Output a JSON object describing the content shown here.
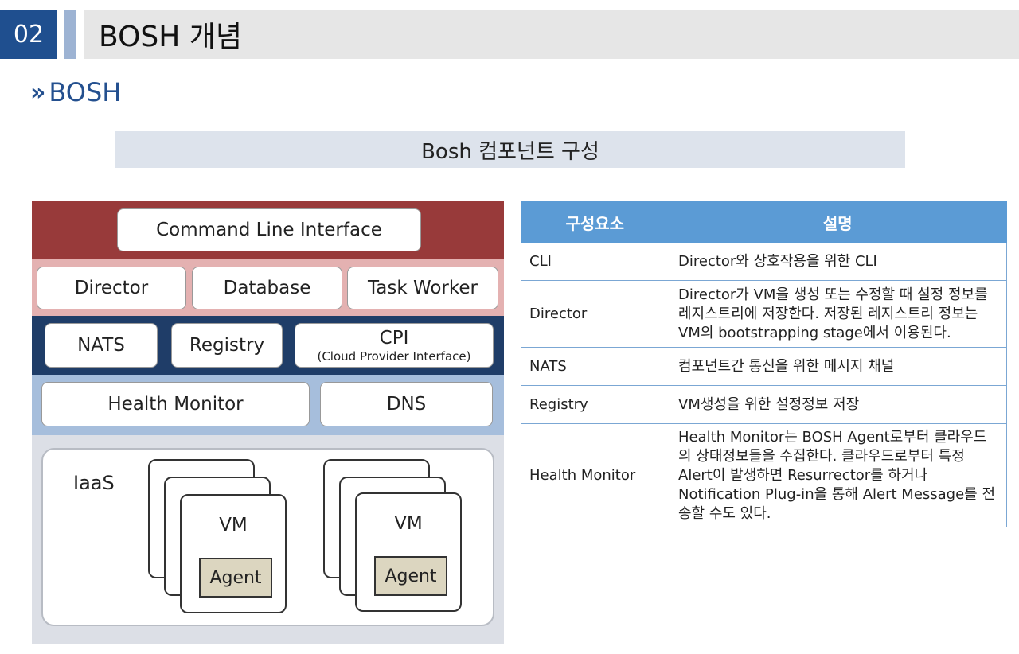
{
  "header": {
    "section_number": "02",
    "title": "BOSH 개념"
  },
  "subheading": {
    "arrow": "»",
    "text": "BOSH"
  },
  "banner": {
    "text": "Bosh 컴포넌트 구성"
  },
  "diagram": {
    "cli": "Command Line Interface",
    "director": "Director",
    "database": "Database",
    "task_worker": "Task Worker",
    "nats": "NATS",
    "registry": "Registry",
    "cpi": "CPI",
    "cpi_sub": "(Cloud Provider Interface)",
    "health_monitor": "Health Monitor",
    "dns": "DNS",
    "iaas": "IaaS",
    "vm1": {
      "label": "VM",
      "agent": "Agent"
    },
    "vm2": {
      "label": "VM",
      "agent": "Agent"
    }
  },
  "table": {
    "headers": [
      "구성요소",
      "설명"
    ],
    "rows": [
      {
        "component": "CLI",
        "description": [
          "Director와 상호작용을 위한 CLI"
        ]
      },
      {
        "component": "Director",
        "description": [
          "Director가 VM을 생성 또는 수정할 때 설정 정보를",
          "레지스트리에 저장한다. 저장된 레지스트리 정보는",
          "VM의 bootstrapping stage에서 이용된다."
        ]
      },
      {
        "component": "NATS",
        "description": [
          "컴포넌트간 통신을 위한 메시지 채널"
        ]
      },
      {
        "component": "Registry",
        "description": [
          "VM생성을 위한 설정정보 저장"
        ]
      },
      {
        "component": "Health Monitor",
        "description": [
          "Health Monitor는 BOSH Agent로부터 클라우드",
          "의 상태정보들을 수집한다. 클라우드로부터 특정",
          "Alert이 발생하면 Resurrector를 하거나",
          "Notification Plug-in을 통해 Alert Message를 전",
          "송할 수도 있다."
        ]
      }
    ]
  }
}
